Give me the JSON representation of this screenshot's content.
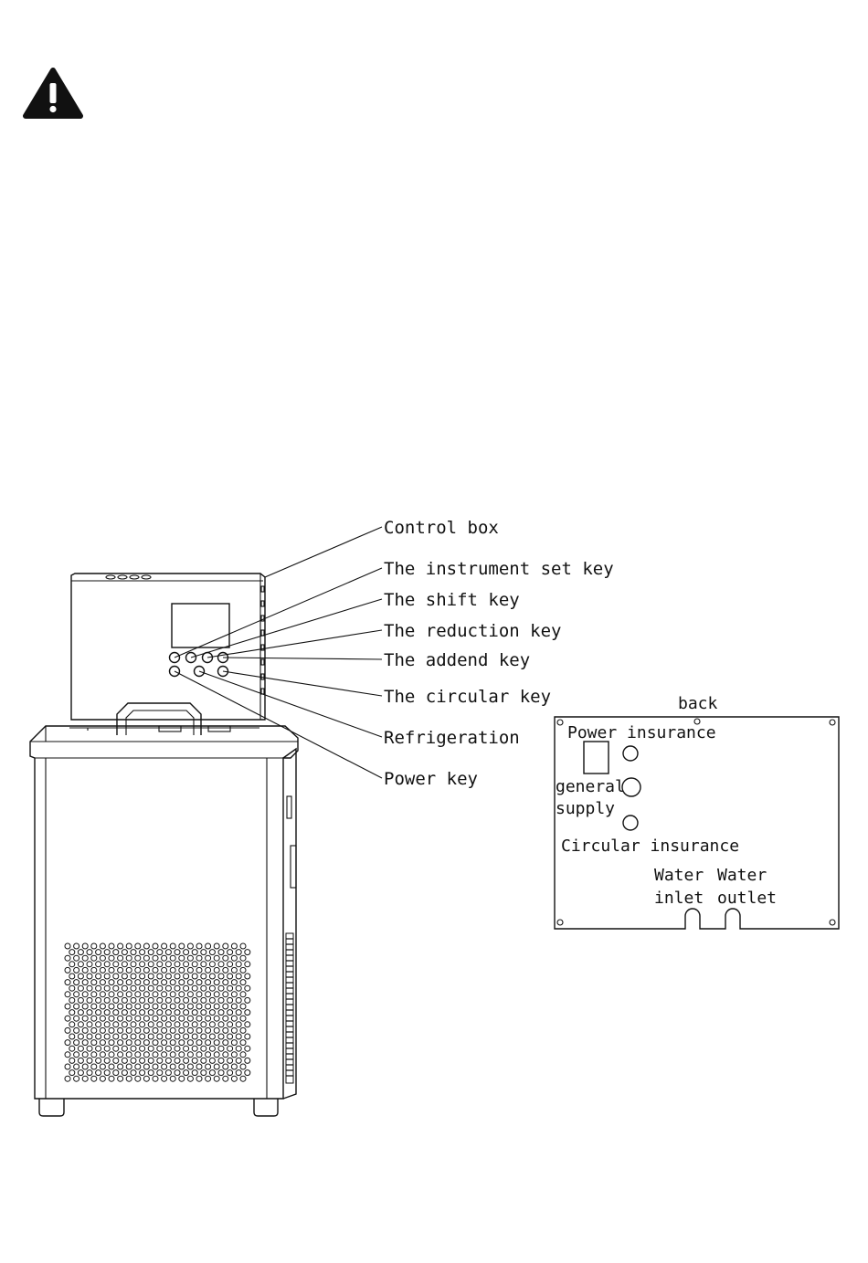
{
  "warning": {
    "icon": "warning-triangle-icon"
  },
  "callouts": {
    "control_box": "Control box",
    "instrument_set_key": "The instrument set key",
    "shift_key": "The shift key",
    "reduction_key": "The reduction key",
    "addend_key": "The addend key",
    "circular_key": "The circular key",
    "refrigeration": "Refrigeration",
    "power_key": "Power key"
  },
  "back_panel": {
    "title": "back",
    "power_insurance": "Power insurance",
    "general": "general",
    "supply": "supply",
    "circular_insurance": "Circular insurance",
    "water_inlet_1": "Water",
    "water_inlet_2": "inlet",
    "water_outlet_1": "Water",
    "water_outlet_2": "outlet"
  },
  "colors": {
    "ink": "#111111",
    "background": "#ffffff"
  }
}
